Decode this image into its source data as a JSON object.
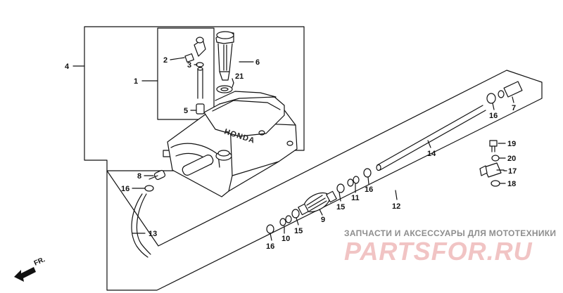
{
  "diagram": {
    "parts": [
      {
        "id": "p1",
        "label": "1"
      },
      {
        "id": "p2",
        "label": "2"
      },
      {
        "id": "p3",
        "label": "3"
      },
      {
        "id": "p4",
        "label": "4"
      },
      {
        "id": "p5",
        "label": "5"
      },
      {
        "id": "p6",
        "label": "6"
      },
      {
        "id": "p21",
        "label": "21"
      },
      {
        "id": "p8",
        "label": "8"
      },
      {
        "id": "p16a",
        "label": "16"
      },
      {
        "id": "p13",
        "label": "13"
      },
      {
        "id": "p16b",
        "label": "16"
      },
      {
        "id": "p10",
        "label": "10"
      },
      {
        "id": "p15a",
        "label": "15"
      },
      {
        "id": "p9",
        "label": "9"
      },
      {
        "id": "p15b",
        "label": "15"
      },
      {
        "id": "p11",
        "label": "11"
      },
      {
        "id": "p16c",
        "label": "16"
      },
      {
        "id": "p12",
        "label": "12"
      },
      {
        "id": "p14",
        "label": "14"
      },
      {
        "id": "p16d",
        "label": "16"
      },
      {
        "id": "p7",
        "label": "7"
      },
      {
        "id": "p19",
        "label": "19"
      },
      {
        "id": "p20",
        "label": "20"
      },
      {
        "id": "p17",
        "label": "17"
      },
      {
        "id": "p18",
        "label": "18"
      }
    ],
    "tank_brand": "HONDA",
    "direction_label": "FR."
  },
  "watermark": {
    "subtitle": "ЗАПЧАСТИ И АКСЕССУАРЫ ДЛЯ МОТОТЕХНИКИ",
    "brand": "PARTSFOR.RU",
    "color": "#f1c4c4"
  }
}
